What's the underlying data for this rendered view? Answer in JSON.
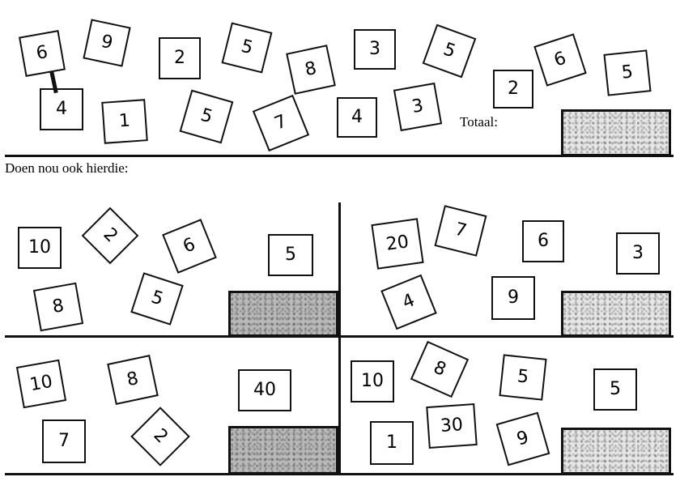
{
  "top": {
    "cards": [
      "6",
      "9",
      "2",
      "5",
      "8",
      "3",
      "5",
      "2",
      "6",
      "5",
      "4",
      "1",
      "5",
      "7",
      "4",
      "3"
    ],
    "total_label": "Totaal:"
  },
  "instruction": "Doen nou ook hierdie:",
  "sections": [
    {
      "cards": [
        "10",
        "2",
        "6",
        "5",
        "8",
        "5"
      ]
    },
    {
      "cards": [
        "20",
        "7",
        "6",
        "3",
        "4",
        "9"
      ]
    },
    {
      "cards": [
        "10",
        "8",
        "40",
        "7",
        "2"
      ]
    },
    {
      "cards": [
        "10",
        "8",
        "5",
        "5",
        "1",
        "30",
        "9"
      ]
    }
  ]
}
